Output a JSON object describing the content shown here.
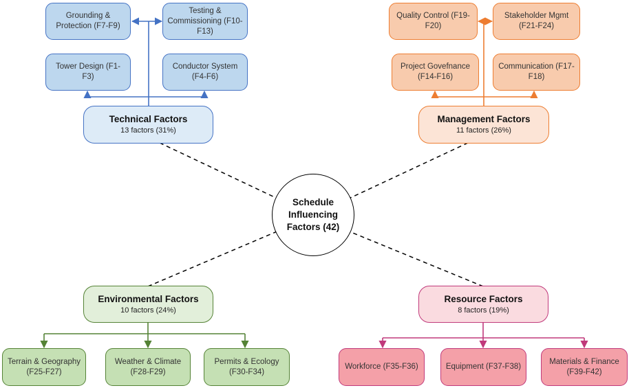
{
  "center": {
    "label": "Schedule Influencing Factors (42)"
  },
  "groups": {
    "technical": {
      "title": "Technical Factors",
      "count": "13 factors (31%)",
      "color": "#4472c4",
      "items": [
        "Grounding & Protection (F7-F9)",
        "Testing & Commissioning (F10-F13)",
        "Tower Design (F1-F3)",
        "Conductor System (F4-F6)"
      ]
    },
    "management": {
      "title": "Management Factors",
      "count": "11 factors (26%)",
      "color": "#ed7d31",
      "items": [
        "Quality Control (F19-F20)",
        "Stakeholder Mgmt (F21-F24)",
        "Project Govefnance (F14-F16)",
        "Communication (F17-F18)"
      ]
    },
    "environmental": {
      "title": "Environmental Factors",
      "count": "10 factors (24%)",
      "color": "#548235",
      "items": [
        "Terrain & Geography (F25-F27)",
        "Weather & Climate (F28-F29)",
        "Permits & Ecology (F30-F34)"
      ]
    },
    "resource": {
      "title": "Resource Factors",
      "count": "8 factors (19%)",
      "color": "#c0397b",
      "items": [
        "Workforce (F35-F36)",
        "Equipment (F37-F38)",
        "Materials & Finance (F39-F42)"
      ]
    }
  }
}
